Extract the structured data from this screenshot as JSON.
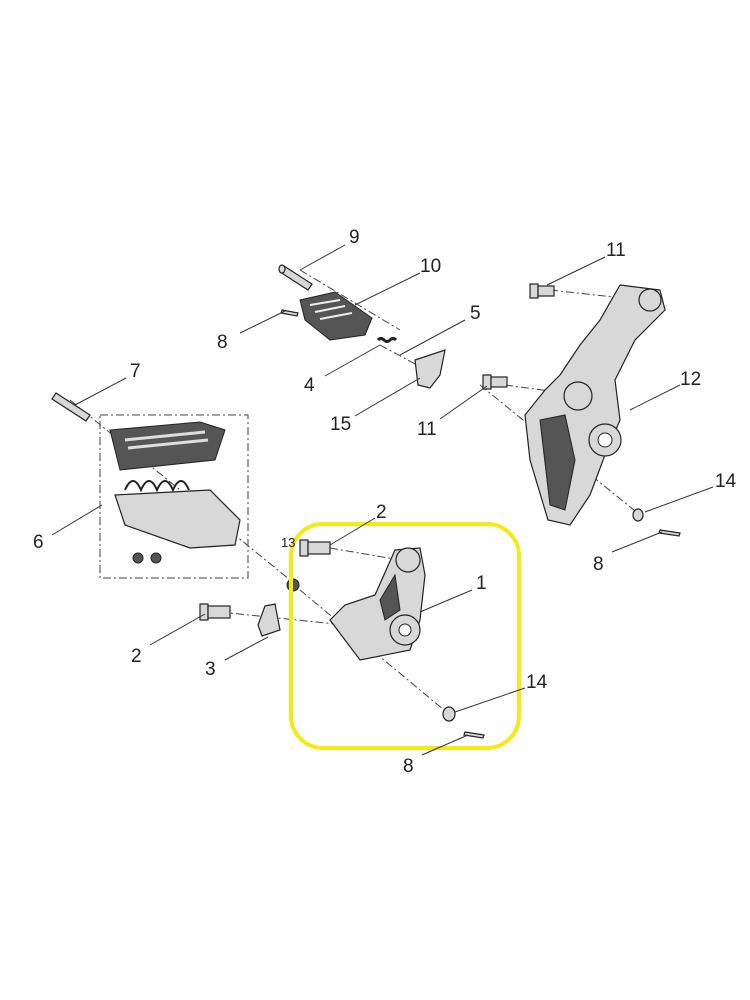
{
  "diagram": {
    "title": "Footrest bracket exploded parts diagram",
    "highlight_color": "#f7e914",
    "callouts": {
      "c9": "9",
      "c10": "10",
      "c8a": "8",
      "c5": "5",
      "c4": "4",
      "c15": "15",
      "c11a": "11",
      "c11b": "11",
      "c12": "12",
      "c7": "7",
      "c6": "6",
      "c2a": "2",
      "c13": "13",
      "c1": "1",
      "c2b": "2",
      "c3": "3",
      "c14a": "14",
      "c8b": "8",
      "c14b": "14",
      "c8c": "8"
    }
  }
}
